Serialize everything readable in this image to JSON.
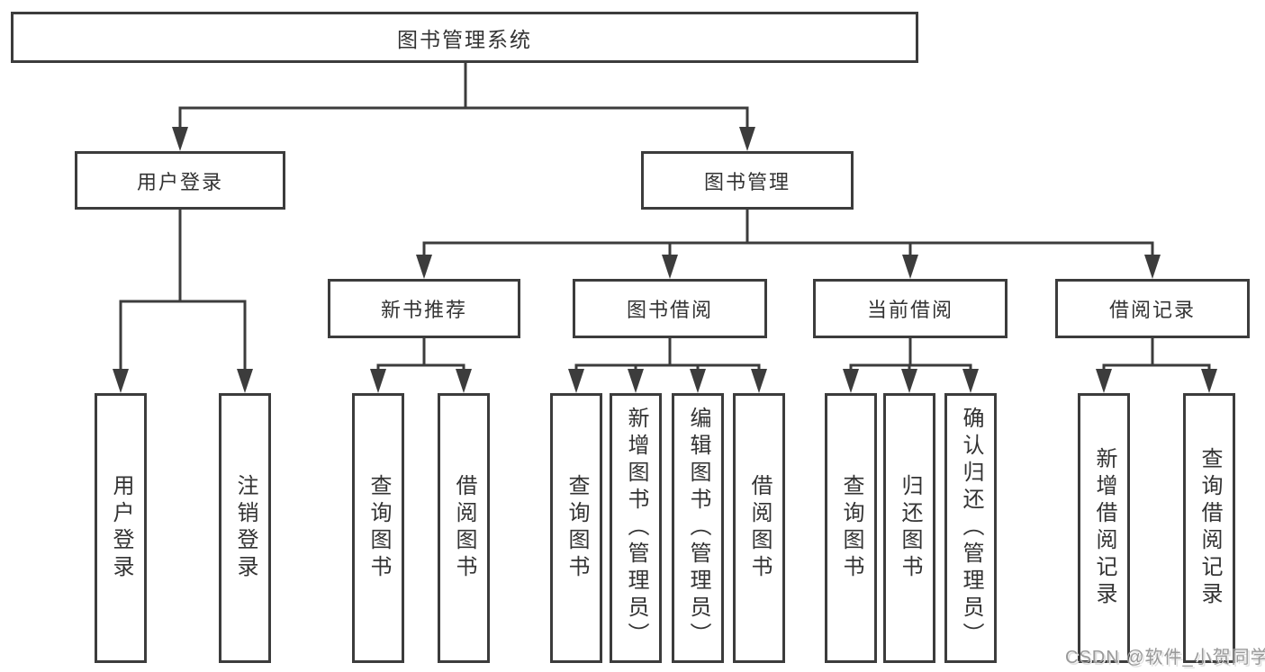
{
  "colors": {
    "line": "#3c3c3c",
    "text": "#333333",
    "watermark": "#999999",
    "box-bg": "#ffffff"
  },
  "tree": {
    "root": {
      "label": "图书管理系统"
    },
    "branches": {
      "login": {
        "label": "用户登录"
      },
      "manage": {
        "label": "图书管理"
      }
    },
    "modules": {
      "recommend": {
        "label": "新书推荐"
      },
      "borrow": {
        "label": "图书借阅"
      },
      "current": {
        "label": "当前借阅"
      },
      "records": {
        "label": "借阅记录"
      }
    },
    "leaves": {
      "login": [
        "用户登录",
        "注销登录"
      ],
      "recommend": [
        "查询图书",
        "借阅图书"
      ],
      "borrow": [
        "查询图书",
        "新增图书（管理员）",
        "编辑图书（管理员）",
        "借阅图书"
      ],
      "current": [
        "查询图书",
        "归还图书",
        "确认归还（管理员）"
      ],
      "records": [
        "新增借阅记录",
        "查询借阅记录"
      ]
    }
  },
  "watermark": {
    "text": "CSDN @软件_小贺同学"
  }
}
